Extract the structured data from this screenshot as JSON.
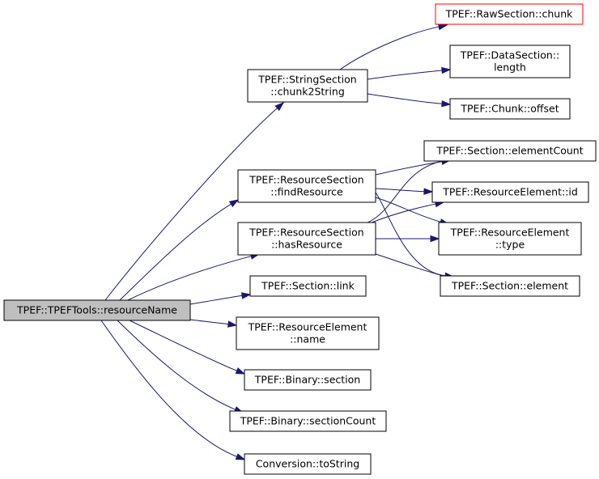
{
  "diagram": {
    "edge_color": "#191970",
    "root_fill": "#bfbfbf",
    "missing_border": "#ff0000",
    "nodes": [
      {
        "id": "root",
        "lines": [
          "TPEF::TPEFTools::resourceName"
        ],
        "style": "root"
      },
      {
        "id": "chunk2string",
        "lines": [
          "TPEF::StringSection",
          "::chunk2String"
        ]
      },
      {
        "id": "findresource",
        "lines": [
          "TPEF::ResourceSection",
          "::findResource"
        ]
      },
      {
        "id": "hasresource",
        "lines": [
          "TPEF::ResourceSection",
          "::hasResource"
        ]
      },
      {
        "id": "link",
        "lines": [
          "TPEF::Section::link"
        ]
      },
      {
        "id": "rename",
        "lines": [
          "TPEF::ResourceElement",
          "::name"
        ]
      },
      {
        "id": "binsection",
        "lines": [
          "TPEF::Binary::section"
        ]
      },
      {
        "id": "sectioncount",
        "lines": [
          "TPEF::Binary::sectionCount"
        ]
      },
      {
        "id": "tostring",
        "lines": [
          "Conversion::toString"
        ]
      },
      {
        "id": "rawchunk",
        "lines": [
          "TPEF::RawSection::chunk"
        ],
        "style": "missing"
      },
      {
        "id": "datalength",
        "lines": [
          "TPEF::DataSection::",
          "length"
        ]
      },
      {
        "id": "chunkoffset",
        "lines": [
          "TPEF::Chunk::offset"
        ]
      },
      {
        "id": "elementcount",
        "lines": [
          "TPEF::Section::elementCount"
        ]
      },
      {
        "id": "reid",
        "lines": [
          "TPEF::ResourceElement::id"
        ]
      },
      {
        "id": "retype",
        "lines": [
          "TPEF::ResourceElement",
          "::type"
        ]
      },
      {
        "id": "element",
        "lines": [
          "TPEF::Section::element"
        ]
      }
    ],
    "edges": [
      {
        "from": "root",
        "to": "chunk2string"
      },
      {
        "from": "root",
        "to": "findresource"
      },
      {
        "from": "root",
        "to": "hasresource"
      },
      {
        "from": "root",
        "to": "link"
      },
      {
        "from": "root",
        "to": "rename"
      },
      {
        "from": "root",
        "to": "binsection"
      },
      {
        "from": "root",
        "to": "sectioncount"
      },
      {
        "from": "root",
        "to": "tostring"
      },
      {
        "from": "chunk2string",
        "to": "rawchunk"
      },
      {
        "from": "chunk2string",
        "to": "datalength"
      },
      {
        "from": "chunk2string",
        "to": "chunkoffset"
      },
      {
        "from": "findresource",
        "to": "elementcount"
      },
      {
        "from": "findresource",
        "to": "reid"
      },
      {
        "from": "findresource",
        "to": "retype"
      },
      {
        "from": "findresource",
        "to": "element"
      },
      {
        "from": "hasresource",
        "to": "elementcount"
      },
      {
        "from": "hasresource",
        "to": "reid"
      },
      {
        "from": "hasresource",
        "to": "retype"
      },
      {
        "from": "hasresource",
        "to": "element"
      }
    ]
  }
}
